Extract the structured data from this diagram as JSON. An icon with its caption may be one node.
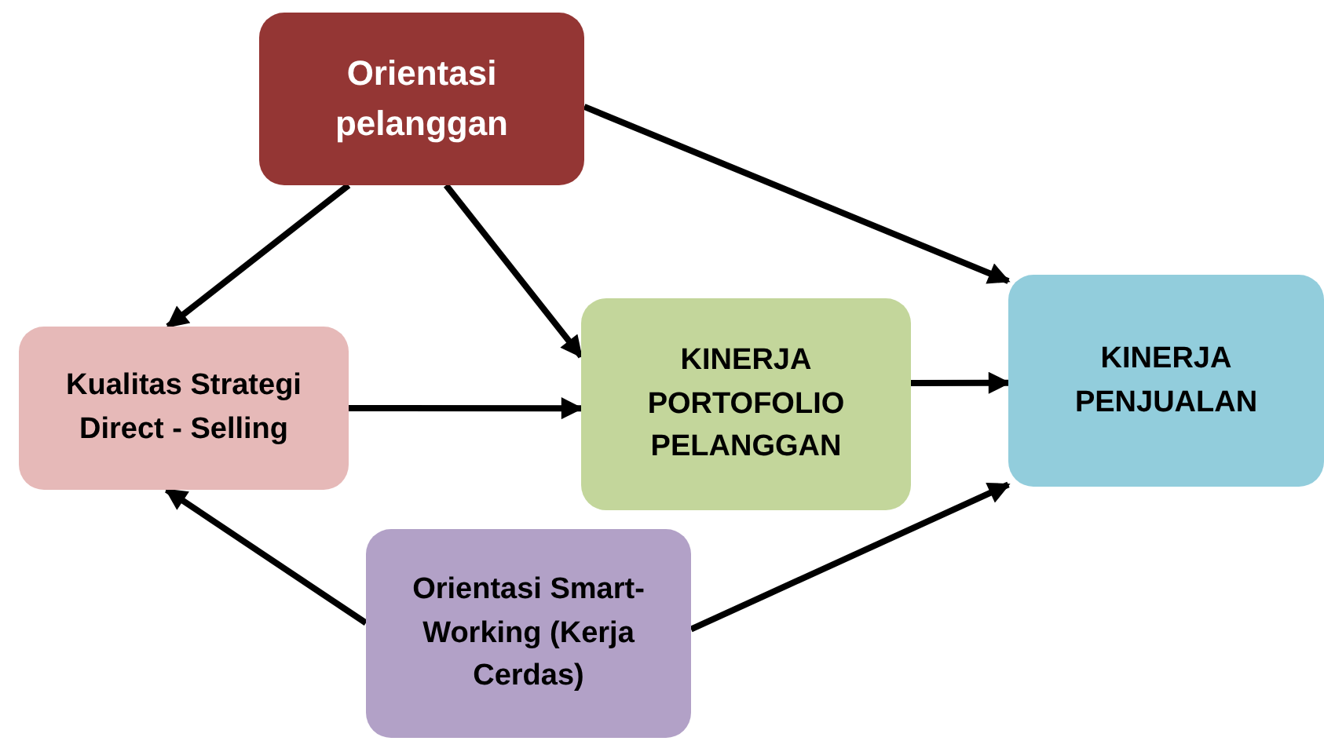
{
  "diagram": {
    "nodes": [
      {
        "text": [
          "Orientasi pelanggan"
        ]
      },
      {
        "text": [
          "Kualitas Strategi Direct - Selling"
        ]
      },
      {
        "text": [
          "KINERJA PORTOFOLIO PELANGGAN"
        ]
      },
      {
        "text": [
          "KINERJA PENJUALAN"
        ]
      },
      {
        "text": [
          "Orientasi Smart-Working (Kerja Cerdas)"
        ]
      }
    ],
    "edges": [
      {
        "from": 0,
        "to": 1,
        "arrow": "to"
      },
      {
        "from": 0,
        "to": 2,
        "arrow": "to"
      },
      {
        "from": 0,
        "to": 3,
        "arrow": "to"
      },
      {
        "from": 1,
        "to": 2,
        "arrow": "to"
      },
      {
        "from": 2,
        "to": 3,
        "arrow": "to"
      },
      {
        "from": 4,
        "to": 1,
        "arrow": "to"
      },
      {
        "from": 4,
        "to": 3,
        "arrow": "to"
      }
    ]
  }
}
